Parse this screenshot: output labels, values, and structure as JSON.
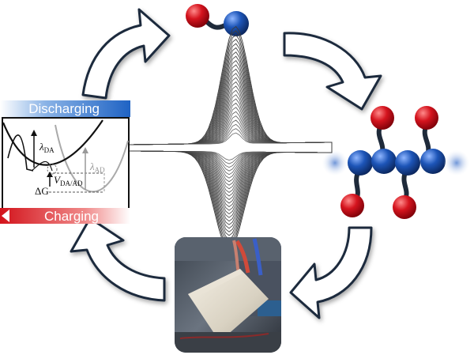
{
  "banners": {
    "discharging": "Discharging",
    "charging": "Charging"
  },
  "energy_diagram": {
    "lambda_da_symbol": "λ",
    "lambda_da_sub": "DA",
    "lambda_ad_symbol": "λ",
    "lambda_ad_sub": "AD",
    "v_symbol": "V",
    "v_sub": "DA/AD",
    "delta_g": "ΔG"
  },
  "colors": {
    "arrow_fill": "#ffffff",
    "arrow_stroke": "#1c2b3d",
    "atom_red": "#c8141e",
    "atom_blue": "#1c4fa0",
    "bond": "#1e2a3a",
    "curve_gray": "#555555",
    "discharging_bar": "#2f6fc0",
    "charging_bar": "#d62a2a"
  },
  "icons": [
    "diatomic-molecule-icon",
    "polymer-chain-icon",
    "pouch-cell-photo-icon",
    "cycle-arrow-icon"
  ]
}
